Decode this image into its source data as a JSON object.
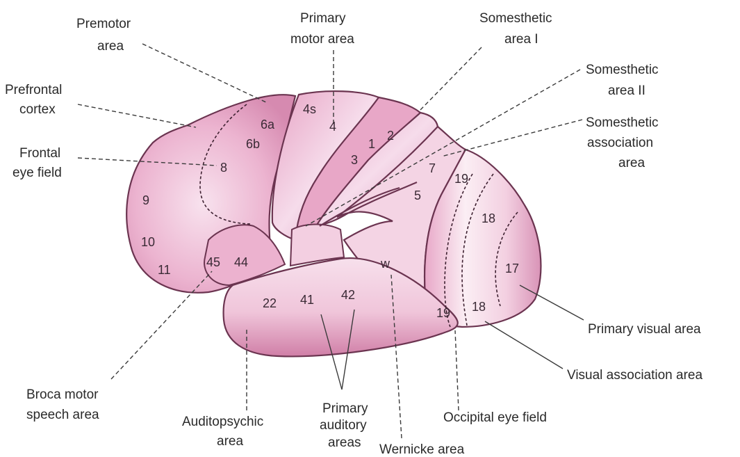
{
  "colors": {
    "lobe_light": "#f6dbe8",
    "lobe_mid": "#e9a9c8",
    "lobe_dark": "#c9789f",
    "outline": "#6b3450",
    "text": "#2a2a2a"
  },
  "labels": {
    "premotor": [
      "Premotor",
      "area"
    ],
    "primary_motor": [
      "Primary",
      "motor area"
    ],
    "somesthetic_1": [
      "Somesthetic",
      "area I"
    ],
    "somesthetic_2": [
      "Somesthetic",
      "area II"
    ],
    "somesthetic_assoc": [
      "Somesthetic",
      "association",
      "area"
    ],
    "prefrontal": [
      "Prefrontal",
      "cortex"
    ],
    "frontal_eye": [
      "Frontal",
      "eye field"
    ],
    "broca": [
      "Broca motor",
      "speech area"
    ],
    "auditopsychic": [
      "Auditopsychic",
      "area"
    ],
    "primary_auditory": [
      "Primary",
      "auditory",
      "areas"
    ],
    "wernicke": "Wernicke area",
    "occipital_eye": "Occipital eye field",
    "visual_assoc": "Visual association area",
    "primary_visual": "Primary visual area"
  },
  "area_numbers": {
    "a6a": "6a",
    "a6b": "6b",
    "a4s": "4s",
    "a4": "4",
    "a1": "1",
    "a2": "2",
    "a3": "3",
    "a8": "8",
    "a9": "9",
    "a10": "10",
    "a11": "11",
    "a45": "45",
    "a44": "44",
    "a7": "7",
    "a5": "5",
    "a19_top": "19",
    "a18_top": "18",
    "a17": "17",
    "a19_bot": "19",
    "a18_bot": "18",
    "a22": "22",
    "a41": "41",
    "a42": "42",
    "aw": "w"
  }
}
